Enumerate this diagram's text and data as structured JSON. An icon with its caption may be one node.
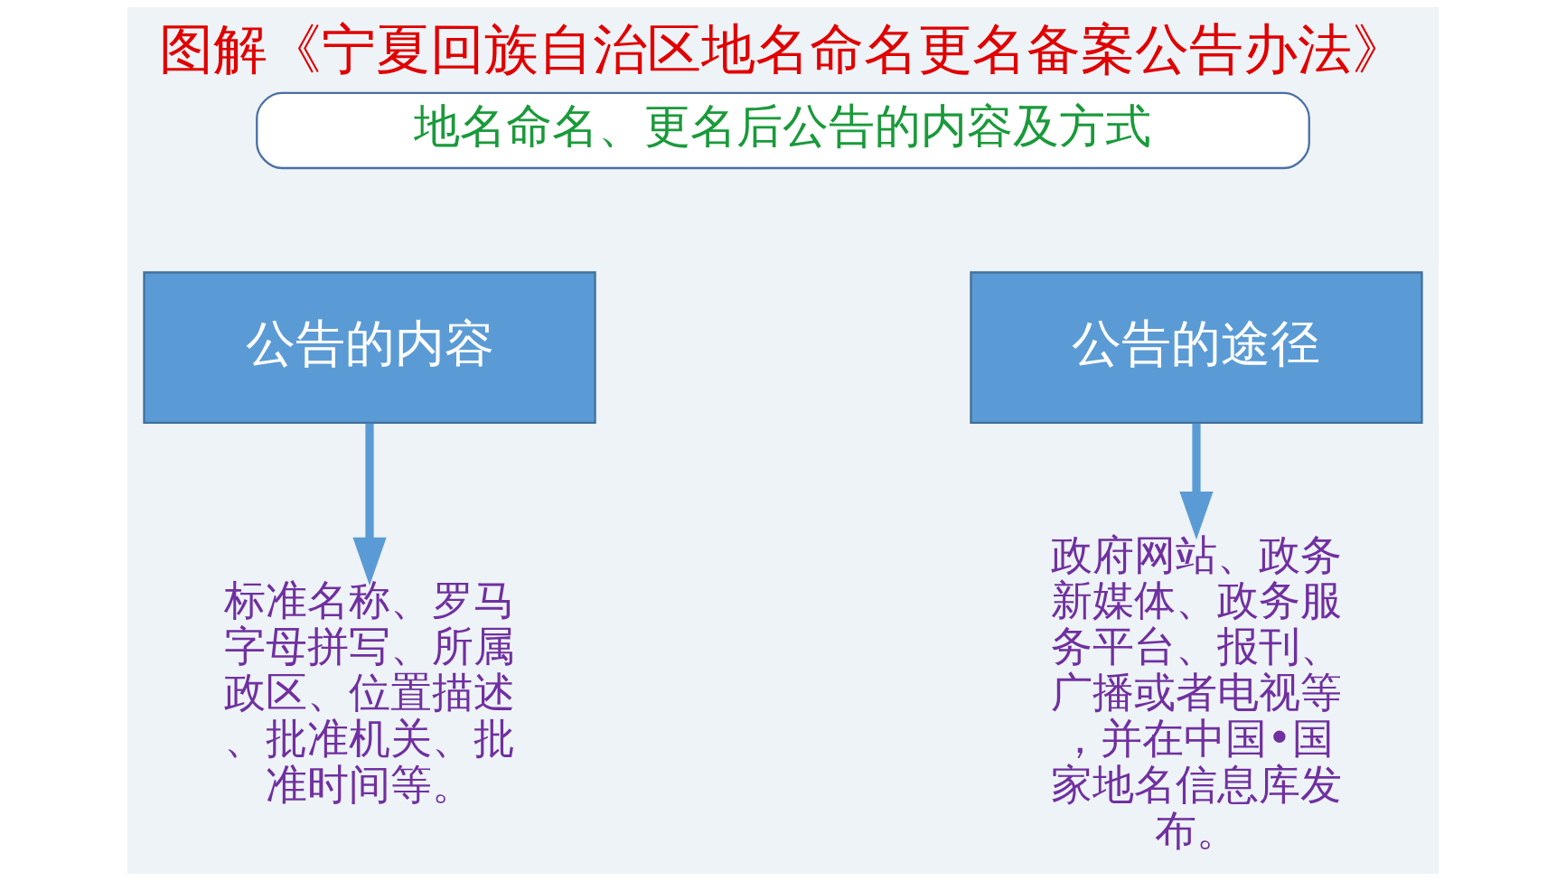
{
  "diagram": {
    "title": "图解《宁夏回族自治区地名命名更名备案公告办法》",
    "nodes": [
      {
        "text": [
          "地名命名、更名后公告的内容及方式"
        ]
      },
      {
        "text": [
          "公告的内容"
        ]
      },
      {
        "text": [
          "标准名称、罗马字母拼写、所属政区、位置描述、批准机关、批准时间等。"
        ]
      },
      {
        "text": [
          "公告的途径"
        ]
      },
      {
        "text": [
          "政府网站、政务新媒体、政务服务平台、报刊、广播或者电视等，并在中国•国家地名信息库发布。"
        ]
      }
    ],
    "edges": [
      {
        "from": 1,
        "to": 2,
        "arrow": "to"
      },
      {
        "from": 3,
        "to": 4,
        "arrow": "to"
      }
    ]
  }
}
